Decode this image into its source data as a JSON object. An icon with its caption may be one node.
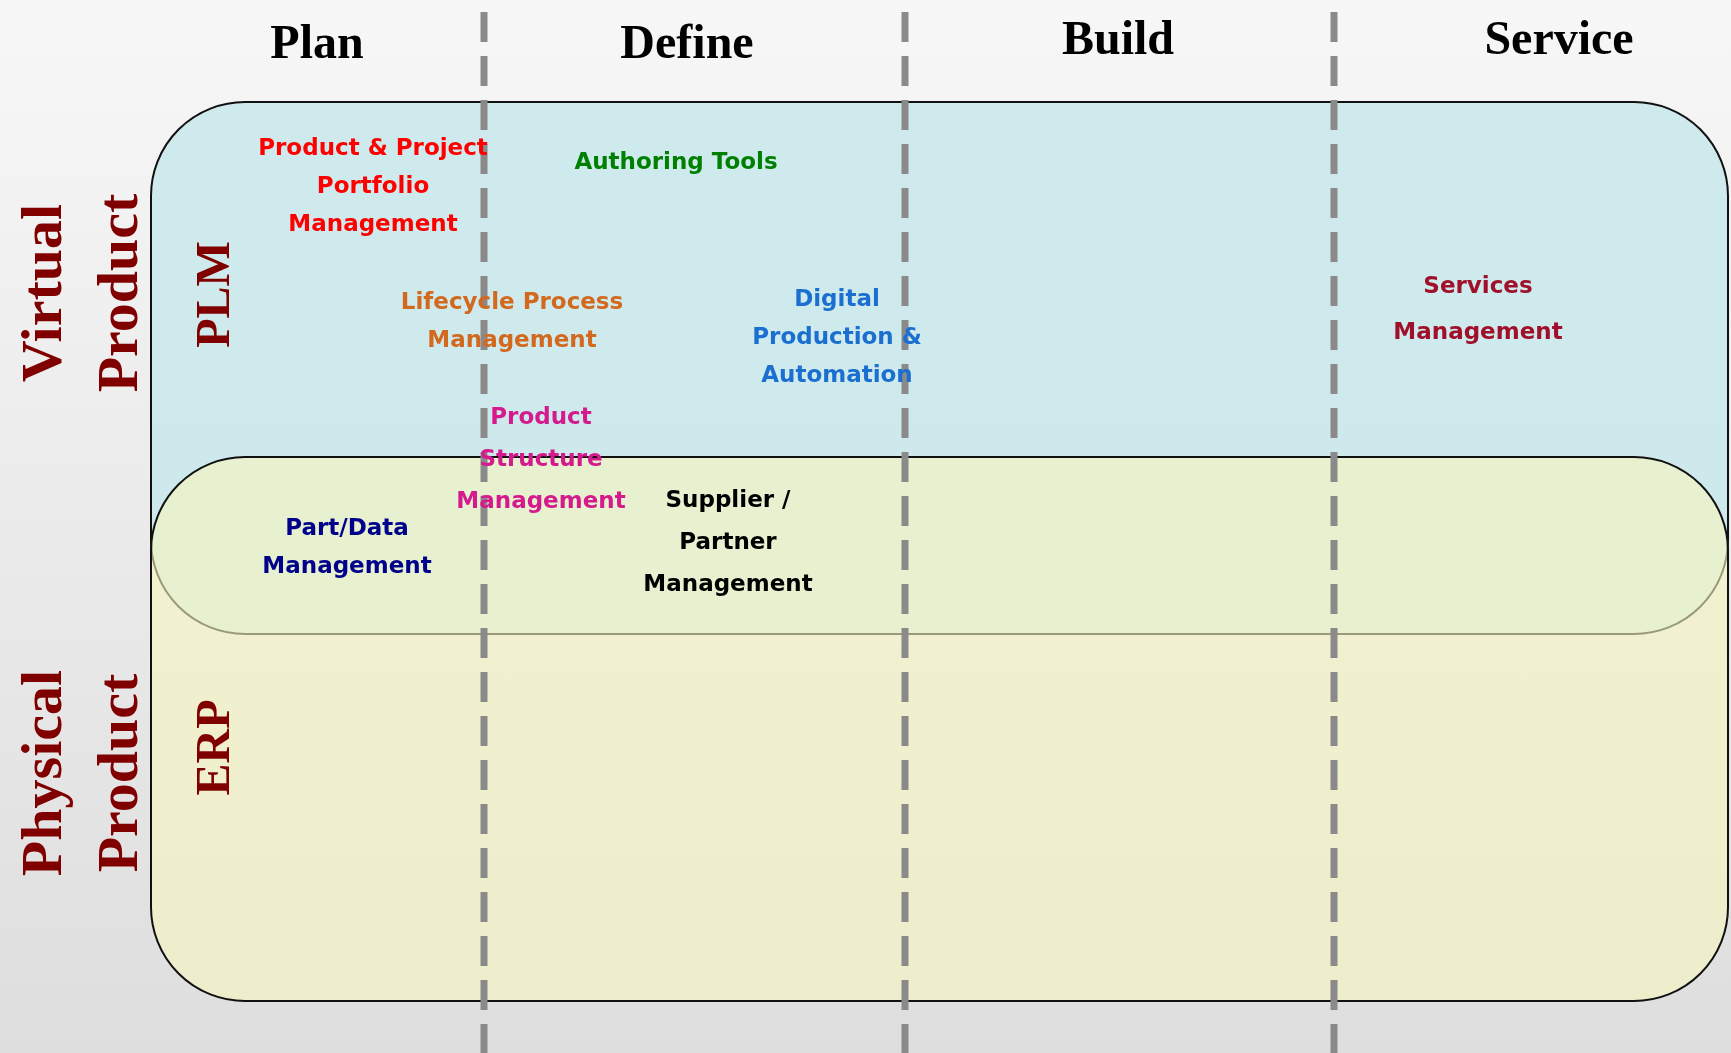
{
  "diagram": {
    "nodes": [
      {
        "text": [
          "PLM"
        ]
      },
      {
        "text": [
          "ERP"
        ]
      }
    ],
    "labels": [
      "Plan",
      "Define",
      "Build",
      "Service",
      "Virtual Product",
      "Physical Product",
      "Product & Project Portfolio Management",
      "Authoring Tools",
      "Lifecycle Process Management",
      "Digital Production & Automation",
      "Services Management",
      "Product Structure Management",
      "Part/Data Management",
      "Supplier / Partner Management"
    ]
  }
}
